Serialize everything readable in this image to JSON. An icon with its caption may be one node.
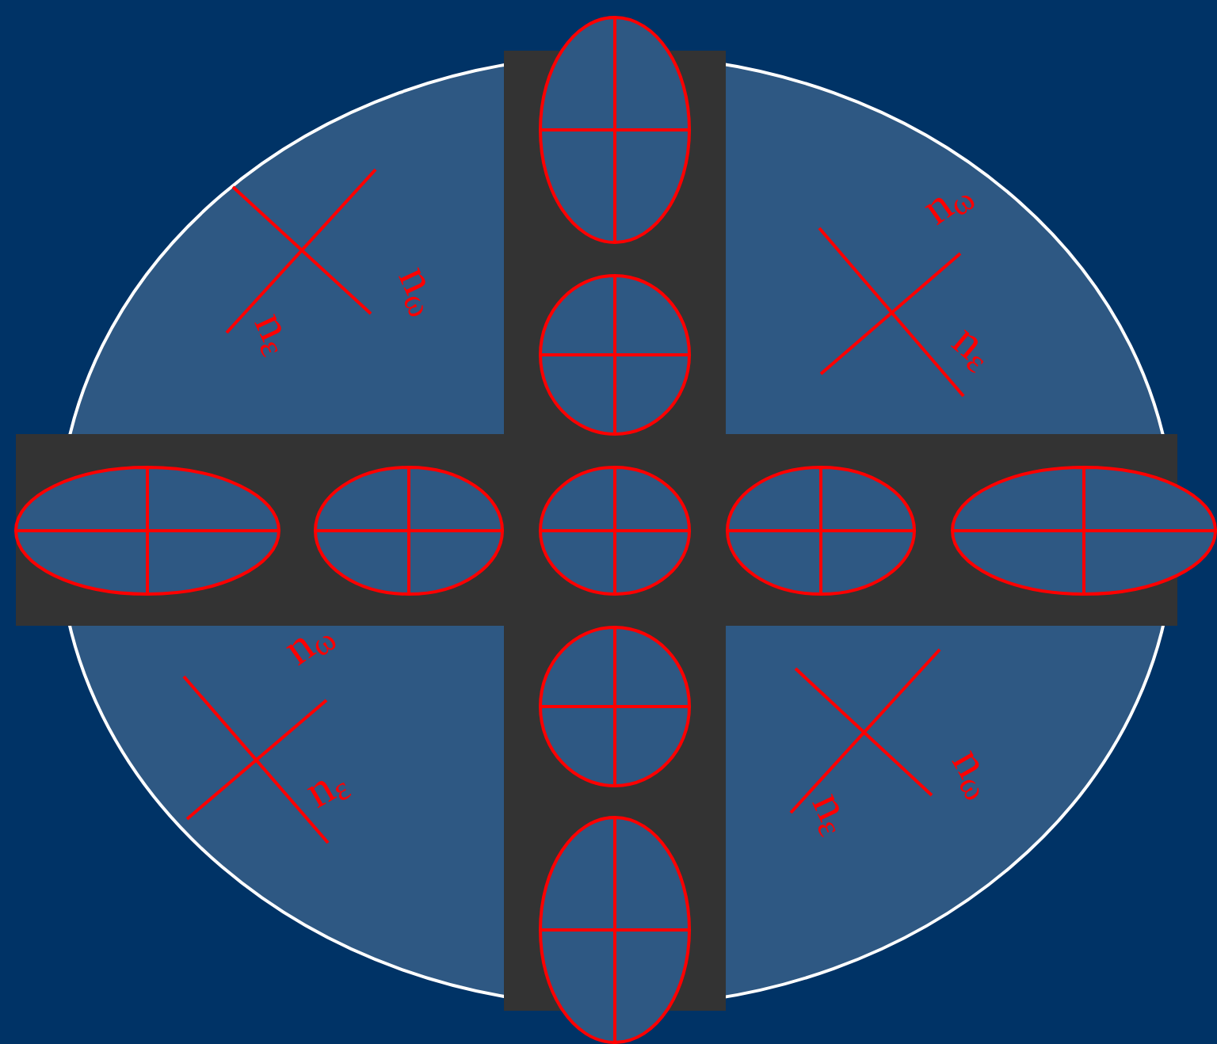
{
  "diagram": {
    "labels": [
      "n$_{ω}$",
      "n$_{ε}$",
      "n$_{ω}$",
      "n$_{ε}$",
      "n$_{ω}$",
      "n$_{ε}$",
      "n$_{ω}$",
      "n$_{ε}$"
    ]
  }
}
